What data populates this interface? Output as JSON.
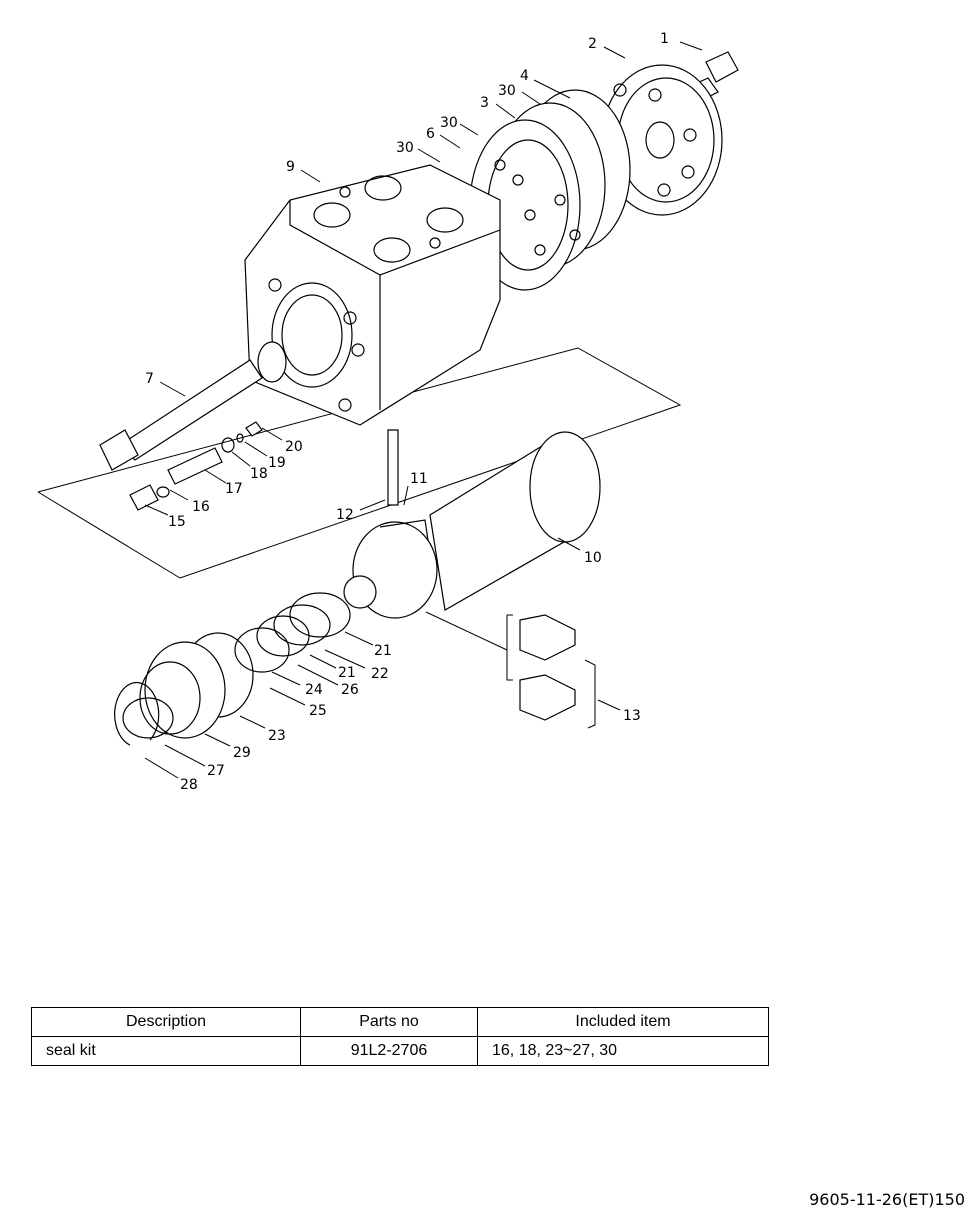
{
  "callouts": [
    "1",
    "2",
    "3",
    "4",
    "30",
    "30",
    "6",
    "30",
    "9",
    "7",
    "20",
    "19",
    "18",
    "17",
    "16",
    "15",
    "11",
    "12",
    "10",
    "21",
    "22",
    "21",
    "26",
    "24",
    "25",
    "23",
    "29",
    "27",
    "28",
    "13"
  ],
  "table": {
    "headers": [
      "Description",
      "Parts no",
      "Included item"
    ],
    "rows": [
      {
        "description": "seal kit",
        "parts_no": "91L2-2706",
        "included": "16, 18, 23~27, 30"
      }
    ]
  },
  "footer": "9605-11-26(ET)150"
}
